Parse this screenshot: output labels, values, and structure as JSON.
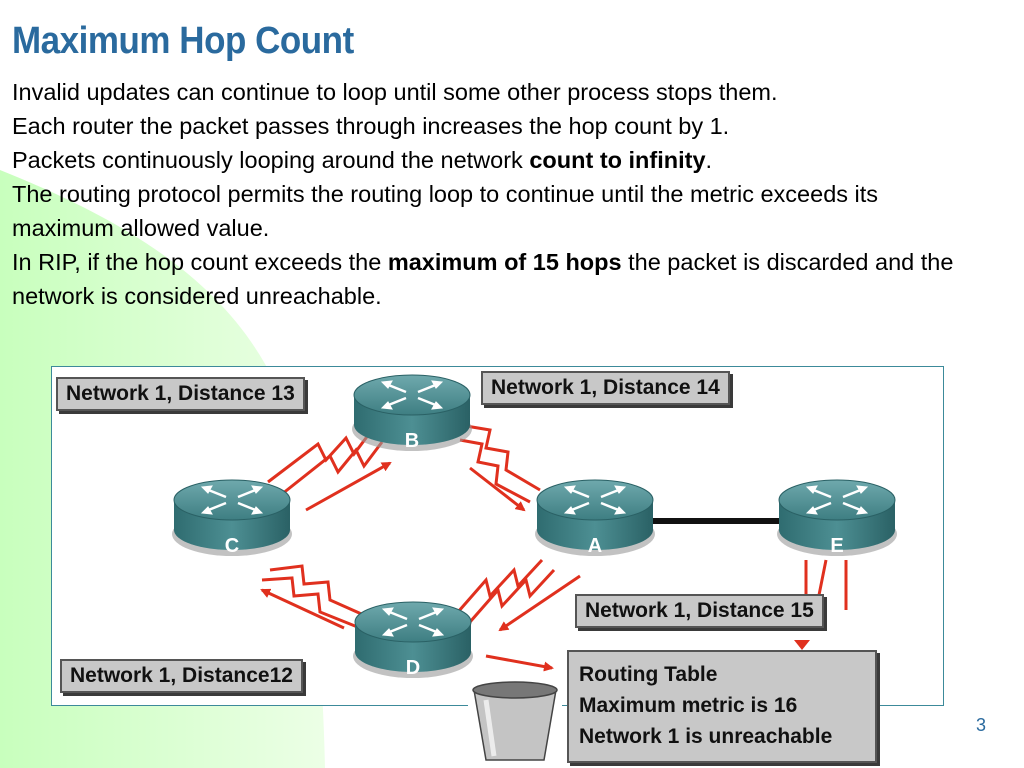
{
  "slide": {
    "title": "Maximum Hop Count",
    "paragraphs": [
      {
        "text": "Invalid updates can continue to loop until some other process stops them."
      },
      {
        "text": "Each router the packet passes through increases the hop count by 1."
      },
      {
        "before": "Packets continuously looping around the network ",
        "bold": "count to infinity",
        "after": "."
      },
      {
        "text": "The routing protocol permits the routing loop to continue until the metric exceeds its maximum allowed value."
      },
      {
        "before": "In RIP, if the hop count exceeds the ",
        "bold": "maximum of 15 hops",
        "after": " the packet is discarded and the network is considered unreachable."
      }
    ],
    "page_number": "3"
  },
  "diagram": {
    "routers": {
      "b": "B",
      "c": "C",
      "a": "A",
      "e": "E",
      "d": "D"
    },
    "labels": {
      "distance_13": "Network 1, Distance 13",
      "distance_14": "Network 1, Distance 14",
      "distance_15": "Network 1, Distance 15",
      "distance_12": "Network 1, Distance12"
    },
    "routing_table": {
      "line1": "Routing Table",
      "line2": "Maximum metric is 16",
      "line3": "Network 1 is unreachable"
    }
  },
  "colors": {
    "title": "#2a6a9e",
    "link_red": "#e0301e",
    "router_body": "#3f7f83",
    "label_bg": "#c8c8c8",
    "background_green": "#d9ffd0"
  }
}
